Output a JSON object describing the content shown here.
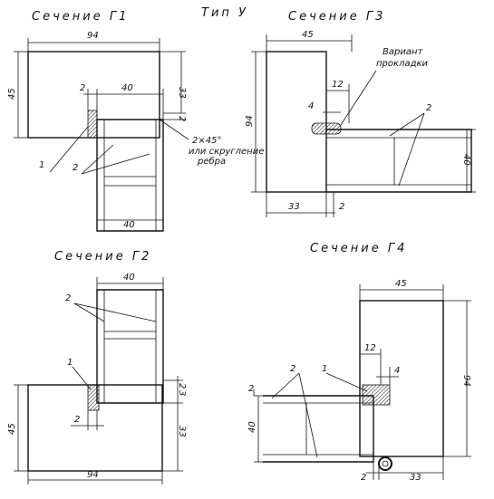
{
  "type_label": "Тип У",
  "sections": {
    "g1": {
      "title": "Сечение Г1",
      "dims": {
        "top": "94",
        "left": "45",
        "right": "33",
        "lip": "2",
        "inner": "40",
        "right_gap": "2",
        "bottom": "40"
      },
      "callouts": [
        "1",
        "2"
      ],
      "note_line1": "2×45°",
      "note_line2": "или скругление",
      "note_line3": "ребра"
    },
    "g2": {
      "title": "Сечение Г2",
      "dims": {
        "top": "40",
        "right_gap": "2",
        "right": "3",
        "left": "45",
        "inner_gap": "2",
        "side": "33",
        "bottom": "94"
      },
      "callouts": [
        "2",
        "1"
      ]
    },
    "g3": {
      "title": "Сечение Г3",
      "dims": {
        "top": "45",
        "left": "94",
        "lip": "12",
        "small": "4",
        "right": "40",
        "bottom": "33",
        "gap": "2"
      },
      "variant_line1": "Вариант",
      "variant_line2": "прокладки",
      "callouts": [
        "2"
      ]
    },
    "g4": {
      "title": "Сечение Г4",
      "dims": {
        "top": "45",
        "right": "94",
        "lip": "12",
        "small": "4",
        "left_gap": "2",
        "left": "40",
        "bottom_gap": "2",
        "bottom": "33"
      },
      "callouts": [
        "2",
        "1"
      ]
    }
  }
}
